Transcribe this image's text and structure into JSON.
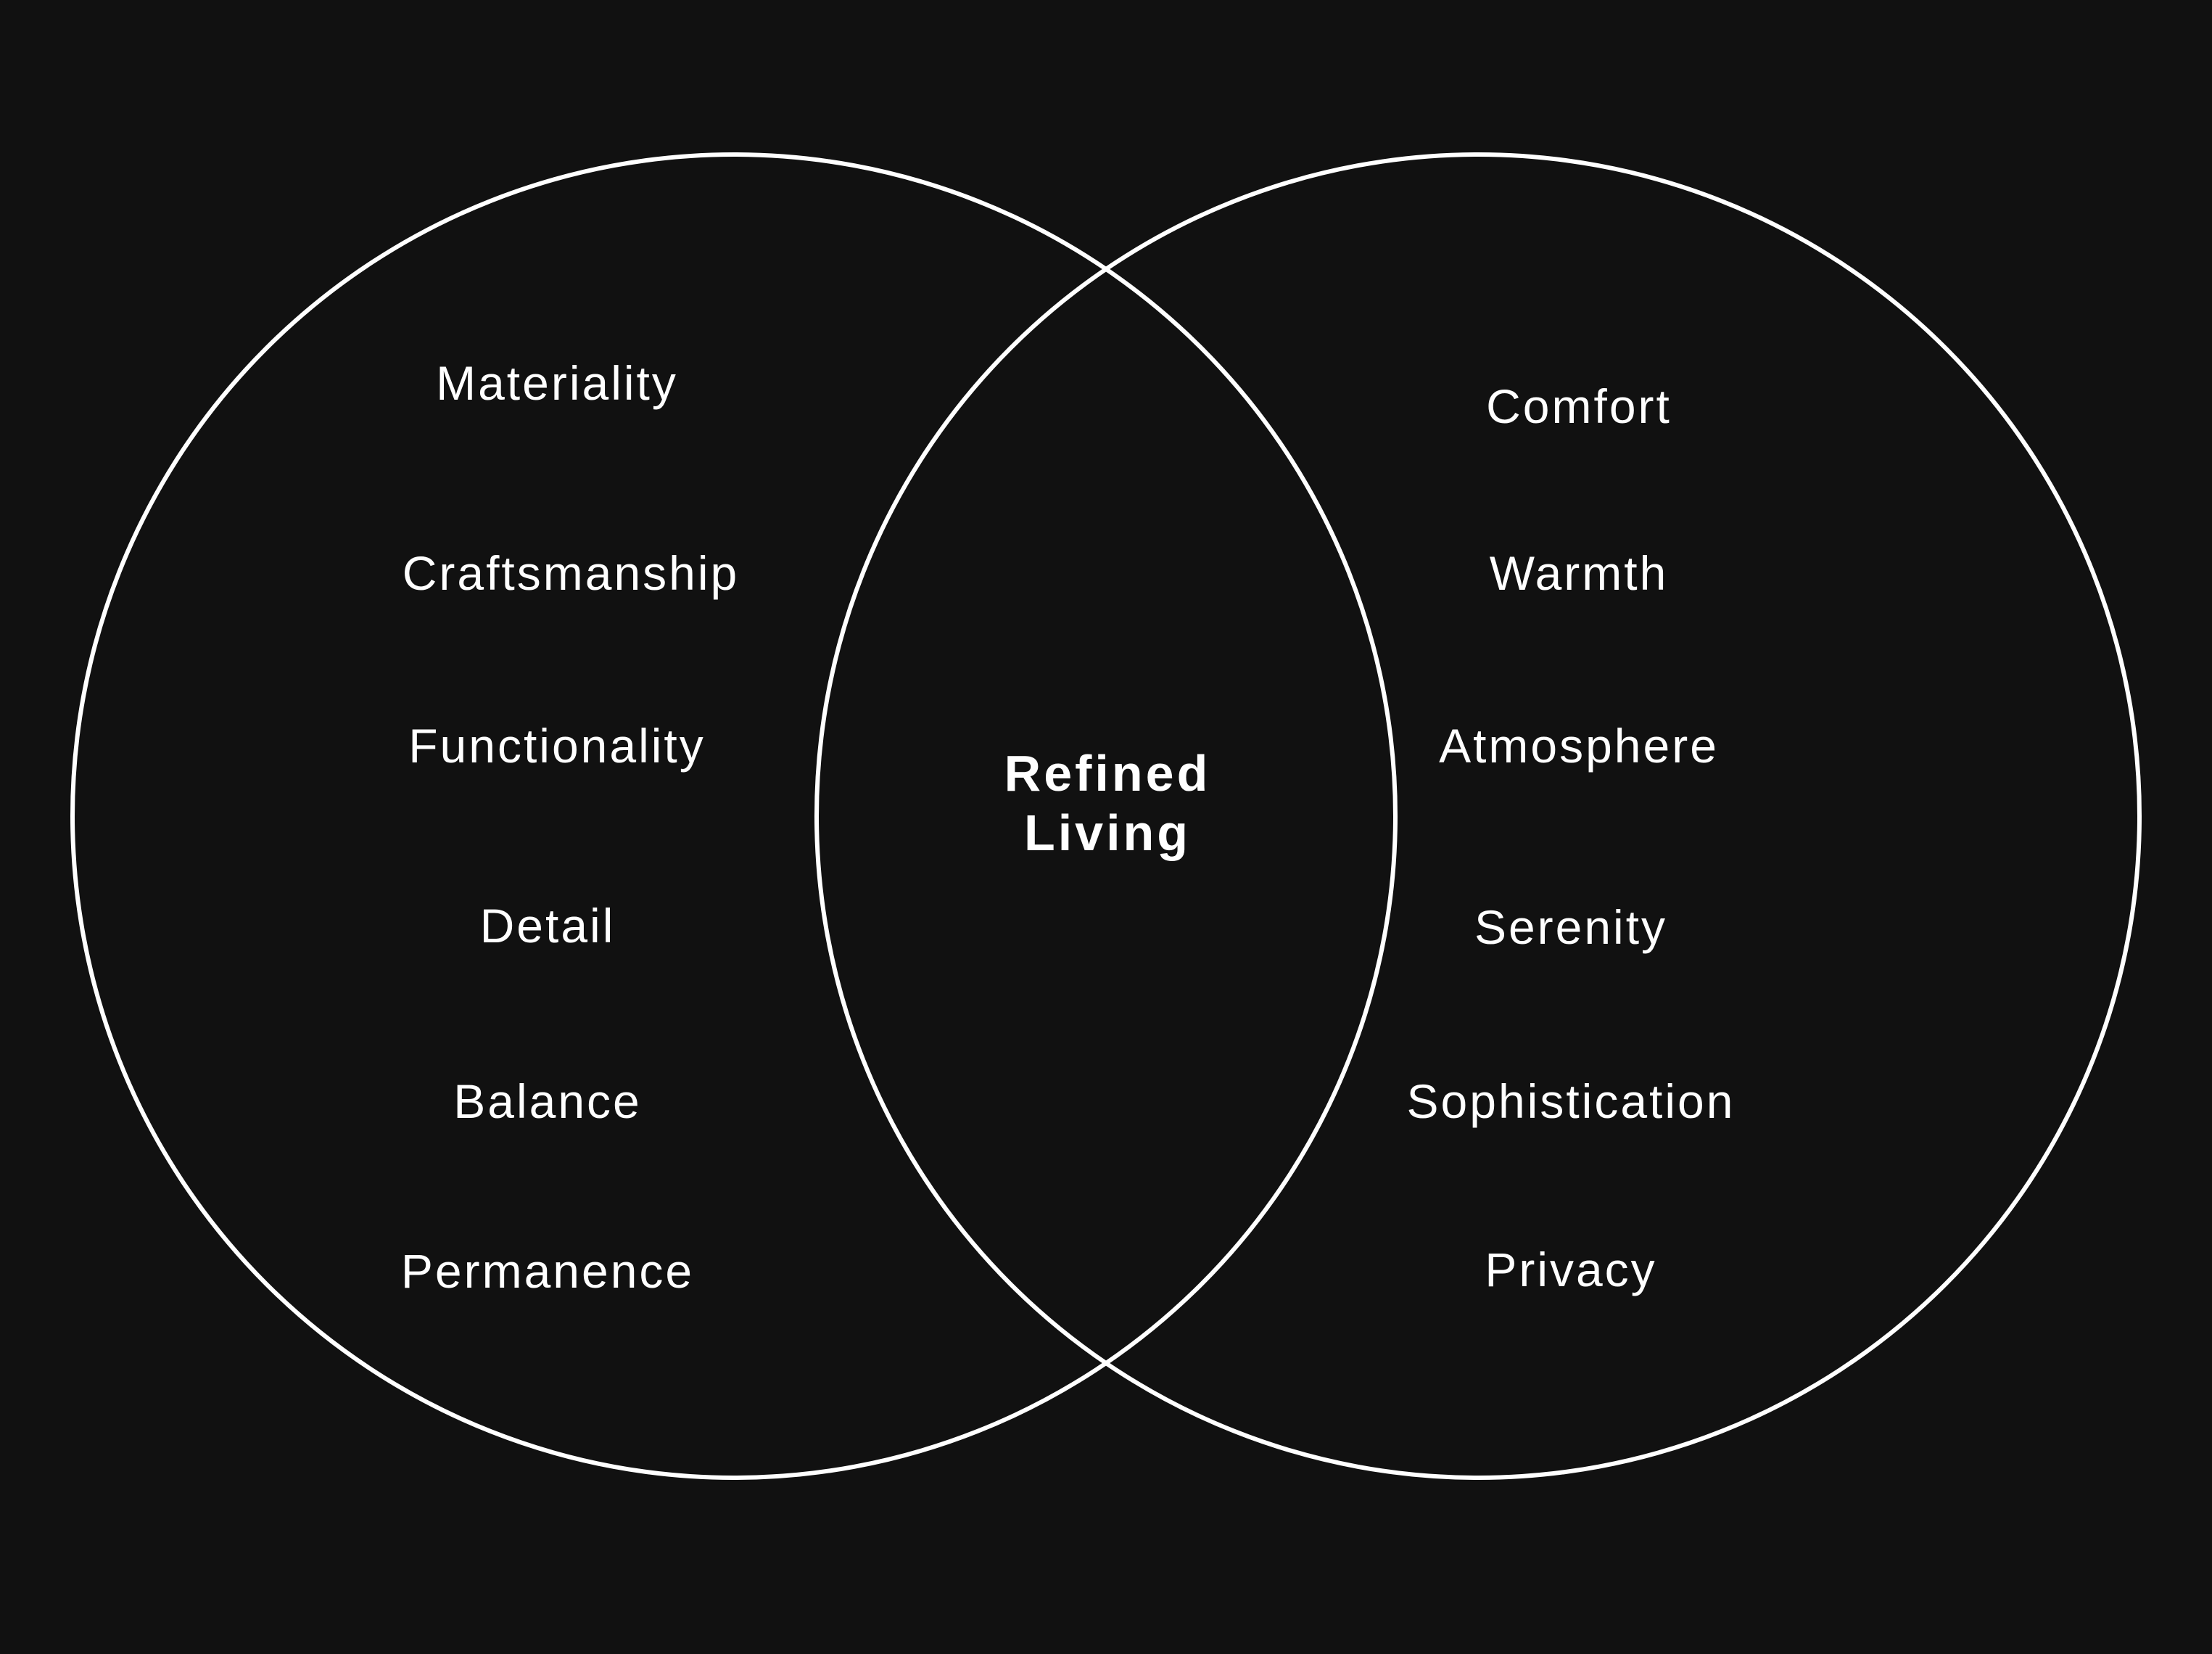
{
  "colors": {
    "background": "#111111",
    "stroke": "#ffffff",
    "text": "#ffffff"
  },
  "left_set": {
    "items": [
      "Materiality",
      "Craftsmanship",
      "Functionality",
      "Detail",
      "Balance",
      "Permanence"
    ]
  },
  "right_set": {
    "items": [
      "Comfort",
      "Warmth",
      "Atmosphere",
      "Serenity",
      "Sophistication",
      "Privacy"
    ]
  },
  "intersection": {
    "line1": "Refined",
    "line2": "Living"
  }
}
